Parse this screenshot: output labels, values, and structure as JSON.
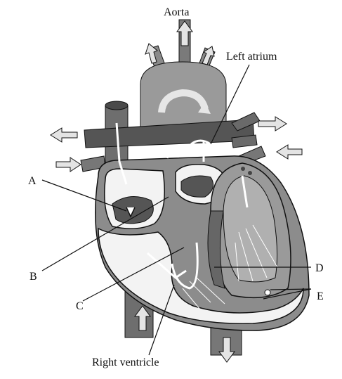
{
  "labels": {
    "aorta": "Aorta",
    "left_atrium": "Left atrium",
    "a": "A",
    "b": "B",
    "c": "C",
    "d": "D",
    "e": "E",
    "right_ventricle": "Right ventricle"
  },
  "colors": {
    "line": "#111111",
    "heart_dark": "#5a5a5a",
    "heart_mid": "#8a8a8a",
    "heart_light": "#bdbdbd",
    "chamber": "#f3f3f3",
    "arrow_fill": "#d6d6d6"
  }
}
